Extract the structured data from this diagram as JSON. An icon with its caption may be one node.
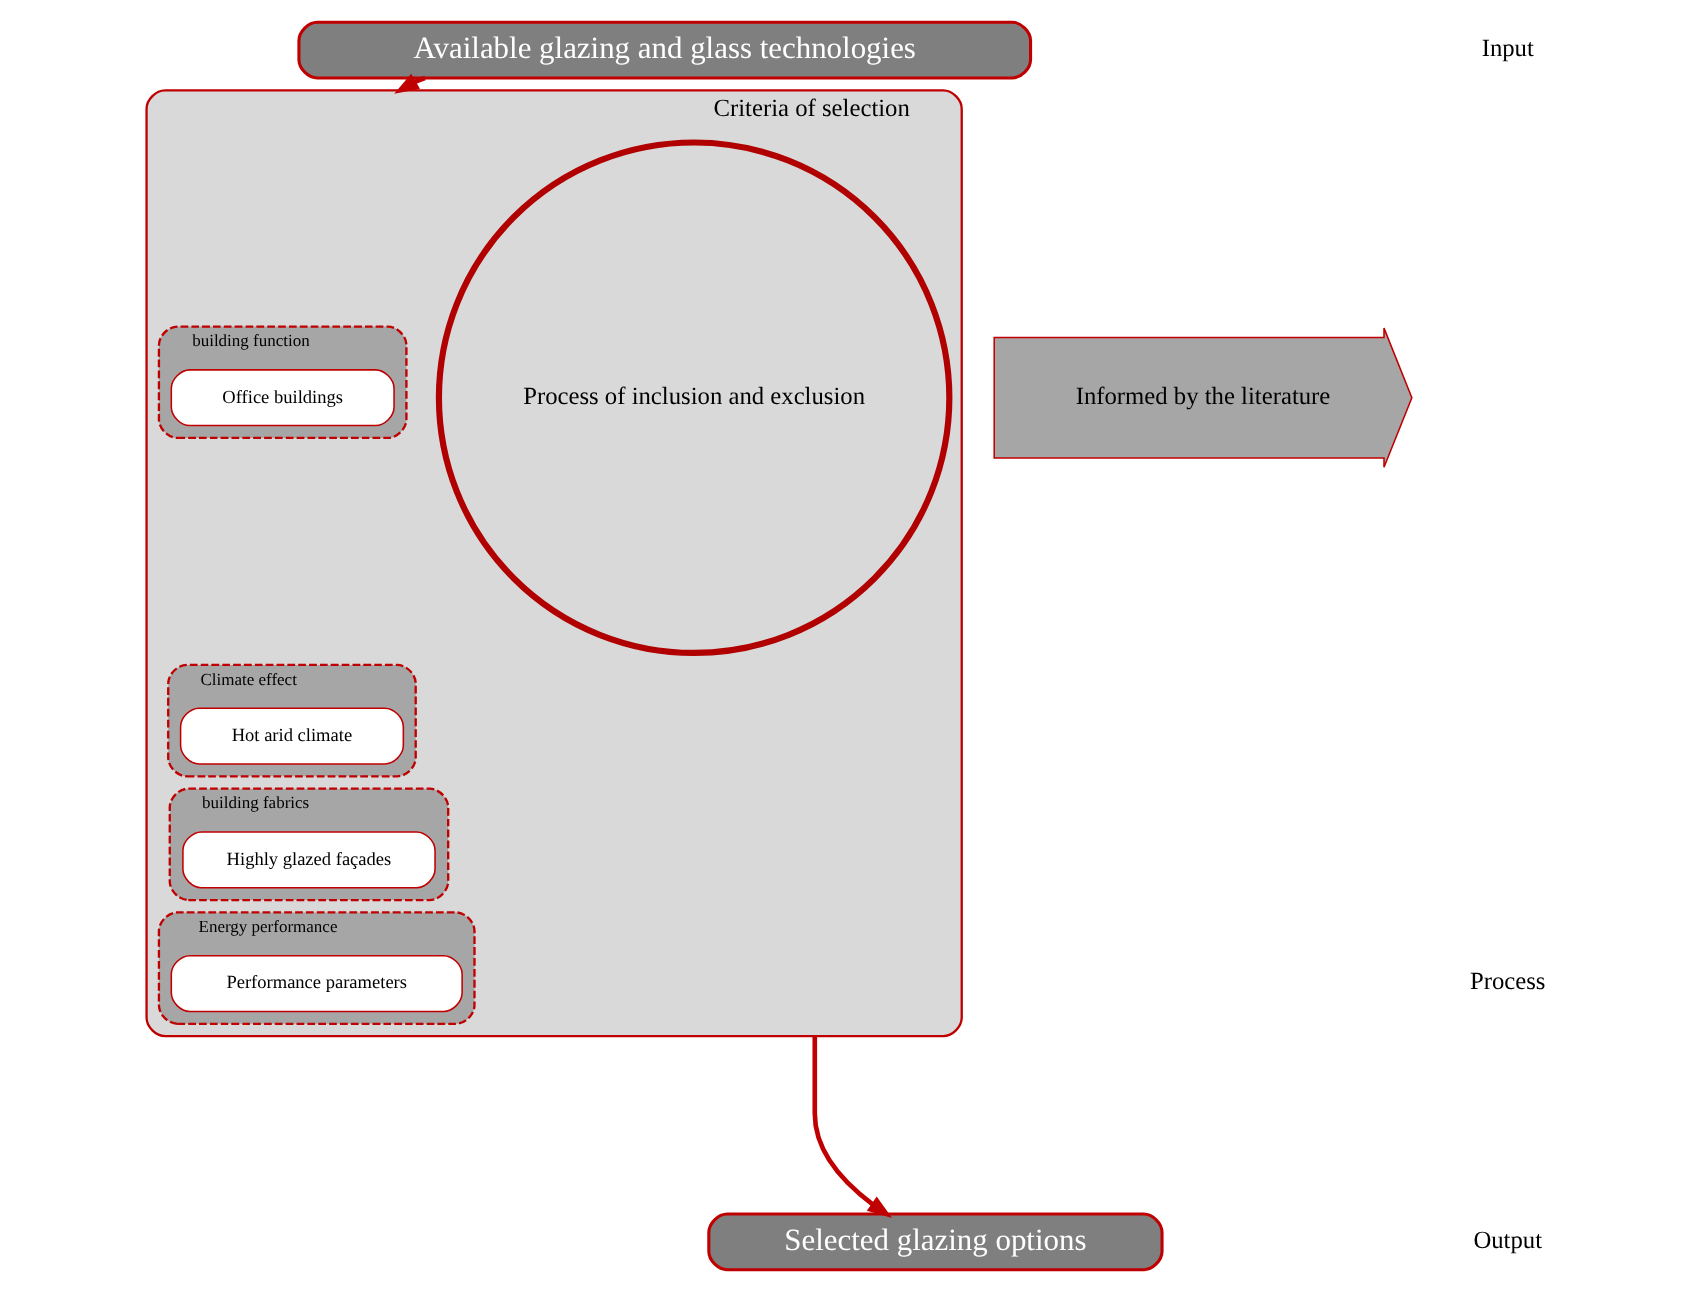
{
  "diagram": {
    "nodes": [
      {
        "text": [
          "Available glazing and glass technologies"
        ]
      },
      {
        "text": [
          "Criteria of selection"
        ]
      },
      {
        "text": [
          "building function"
        ],
        "in": 1
      },
      {
        "text": [
          "Office buildings"
        ],
        "in": 2
      },
      {
        "text": [
          "Climate effect"
        ],
        "in": 1
      },
      {
        "text": [
          "Hot arid climate"
        ],
        "in": 4
      },
      {
        "text": [
          "building fabrics"
        ],
        "in": 1
      },
      {
        "text": [
          "Highly glazed façades"
        ],
        "in": 6
      },
      {
        "text": [
          "Energy performance"
        ],
        "in": 1
      },
      {
        "text": [
          "Performance parameters"
        ],
        "in": 8
      },
      {
        "text": [
          "Process of inclusion and exclusion"
        ],
        "in": 1
      },
      {
        "text": [
          "Informed by the literature"
        ]
      },
      {
        "text": [
          "Selected glazing options"
        ]
      }
    ],
    "edges": [
      {
        "from": 0,
        "to": 1,
        "arrow": "to"
      },
      {
        "from": 1,
        "to": 12,
        "arrow": "to"
      }
    ],
    "labels": [
      "Input",
      "Process",
      "Output"
    ]
  }
}
